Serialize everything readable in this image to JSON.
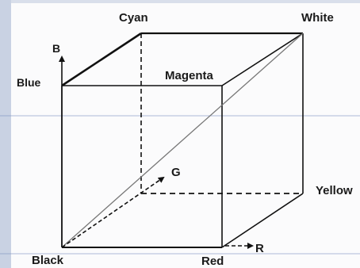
{
  "diagram": {
    "title": "",
    "colors": {
      "line": "#111111",
      "background": "#fbfbfc",
      "left_band": "#c9d2e3",
      "top_band": "#d9dfeb",
      "rule_line": "#7a8fc0"
    },
    "vertices": {
      "black": "Black",
      "red": "Red",
      "blue": "Blue",
      "magenta": "Magenta",
      "cyan": "Cyan",
      "white": "White",
      "yellow": "Yellow"
    },
    "axes": {
      "r": "R",
      "g": "G",
      "b": "B"
    }
  }
}
